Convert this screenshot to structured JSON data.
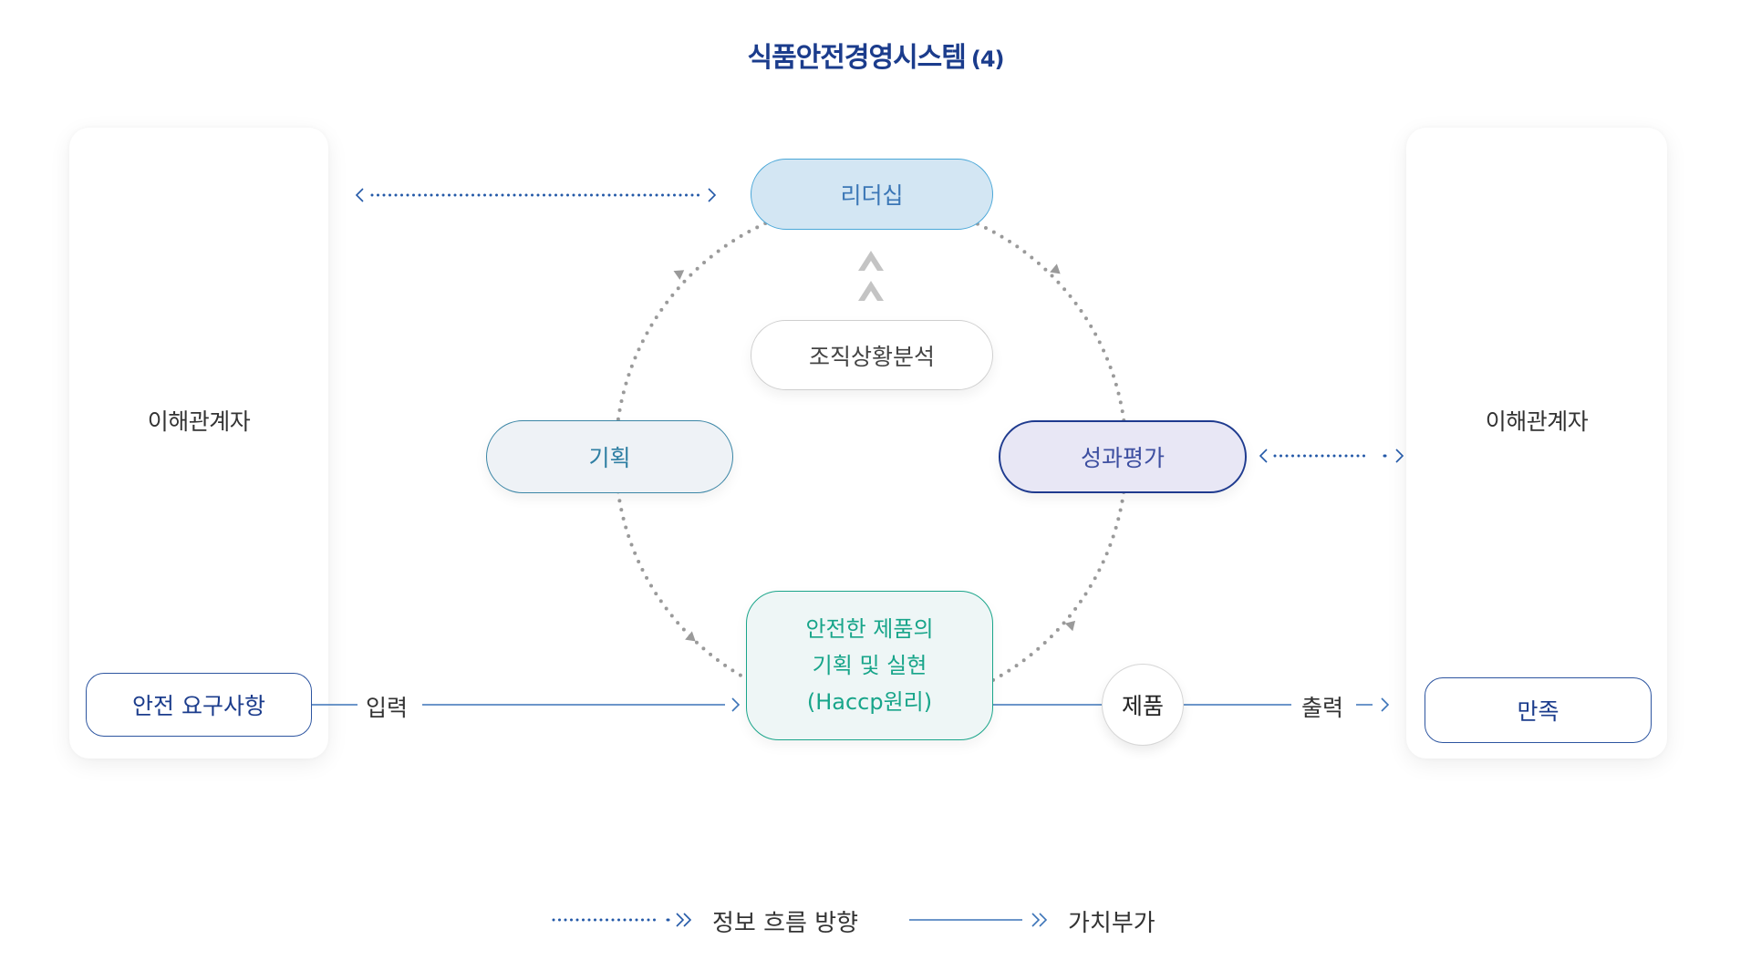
{
  "title": {
    "text": "식품안전경영시스템",
    "number": "(4)"
  },
  "left_card": {
    "label": "이해관계자",
    "requirement": "안전 요구사항"
  },
  "right_card": {
    "label": "이해관계자",
    "result": "만족"
  },
  "nodes": {
    "leadership": "리더십",
    "context": "조직상황분석",
    "planning": "기획",
    "evaluation": "성과평가",
    "operation_lines": [
      "안전한 제품의",
      "기획 및 실현",
      "(Haccp원리)"
    ],
    "product": "제품"
  },
  "flows": {
    "input": "입력",
    "output": "출력"
  },
  "legend": [
    {
      "style": "dotted",
      "label": "정보 흐름 방향"
    },
    {
      "style": "solid",
      "label": "가치부가"
    }
  ],
  "colors": {
    "title": "#1b3c8c",
    "info_flow": "#2459a8",
    "value_flow": "#3c74b8",
    "cycle_dots": "#9a9a9a",
    "chevrons": "#c4c4c4"
  }
}
